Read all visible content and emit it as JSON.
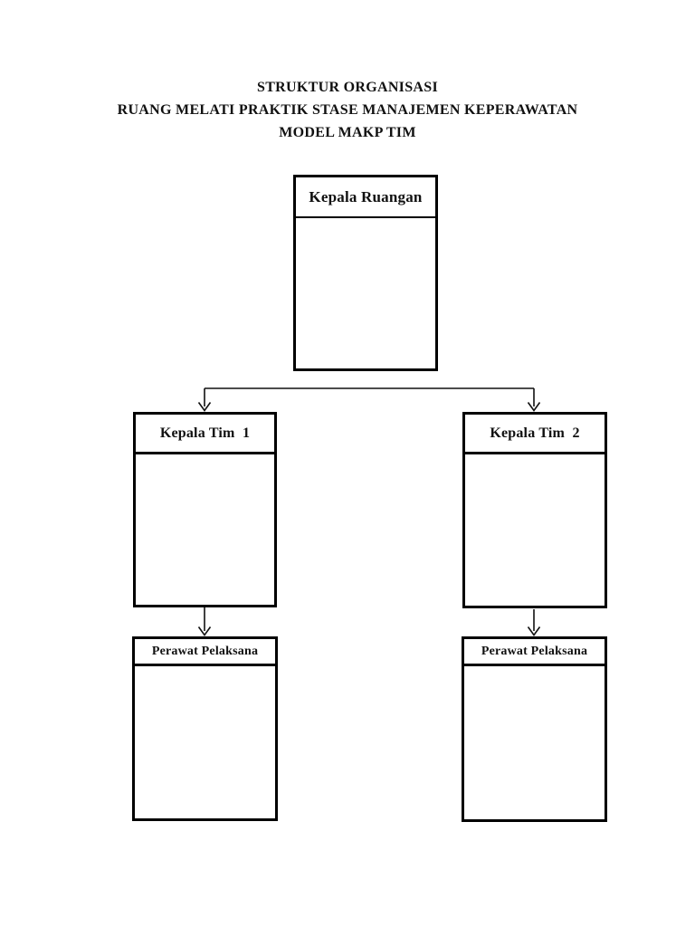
{
  "title": {
    "line1": "STRUKTUR ORGANISASI",
    "line2": "RUANG MELATI PRAKTIK STASE MANAJEMEN KEPERAWATAN",
    "line3": "MODEL MAKP TIM"
  },
  "org_chart": {
    "type": "hierarchy",
    "root": {
      "label": "Kepala Ruangan"
    },
    "teams": [
      {
        "label": "Kepala Tim  1",
        "subordinate_label": "Perawat Pelaksana"
      },
      {
        "label": "Kepala Tim  2",
        "subordinate_label": "Perawat Pelaksana"
      }
    ]
  },
  "colors": {
    "background": "#ffffff",
    "line": "#000000",
    "text": "#111111"
  }
}
